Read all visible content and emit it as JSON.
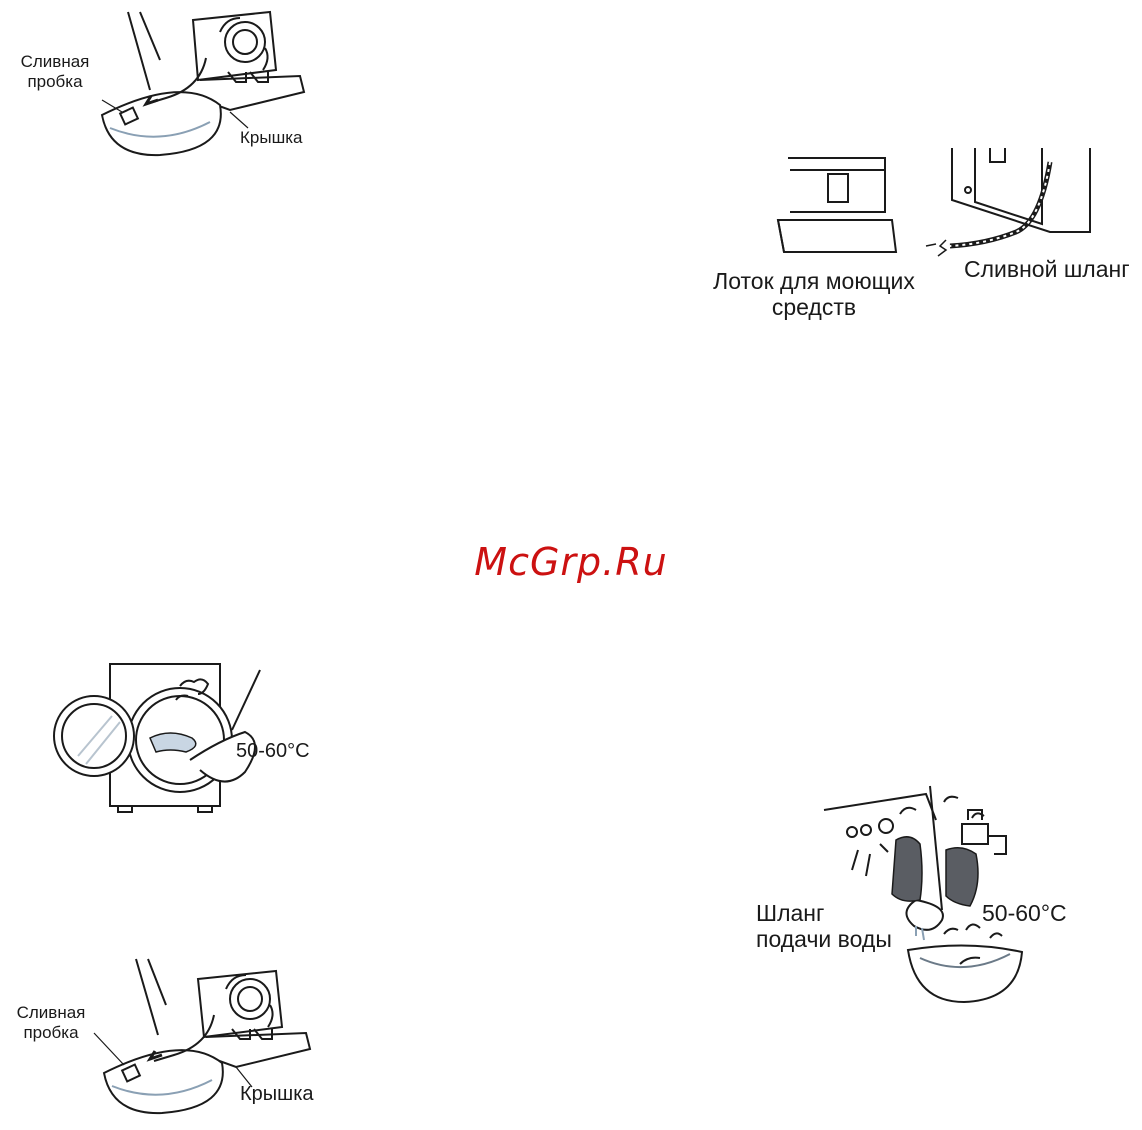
{
  "figures": {
    "drain_top": {
      "drain_plug_label": "Сливная\nпробка",
      "cover_label": "Крышка"
    },
    "dispenser_hose": {
      "tray_label": "Лоток для моющих\nсредств",
      "hose_label": "Сливной шланг"
    },
    "drum_pot": {
      "temperature_label": "50-60°C"
    },
    "inlet_hose": {
      "hose_label": "Шланг\nподачи воды",
      "temperature_label": "50-60°C"
    },
    "drain_bottom": {
      "drain_plug_label": "Сливная\nпробка",
      "cover_label": "Крышка"
    }
  },
  "watermark": "McGrp.Ru",
  "colors": {
    "line": "#1a1a1a",
    "water": "#c9d6e3",
    "watermark": "#cc1111",
    "cloth": "#5a5d63"
  }
}
